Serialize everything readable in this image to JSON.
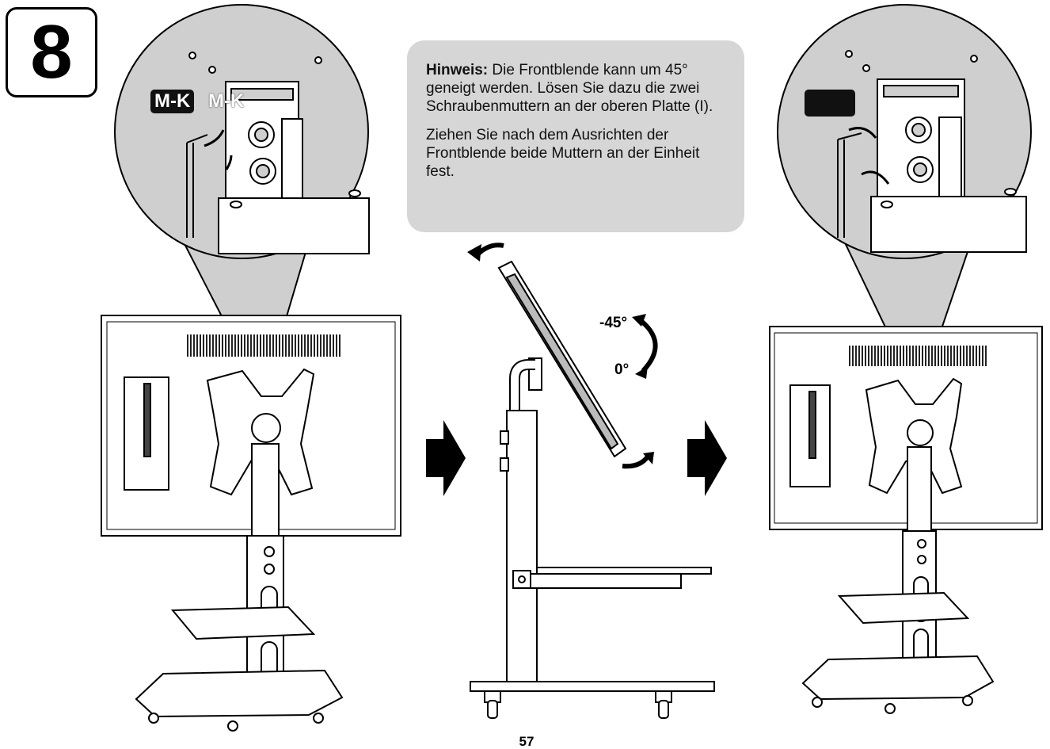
{
  "step_number": "8",
  "note": {
    "heading": "Hinweis:",
    "paragraph1": " Die Frontblende kann um 45° geneigt werden. Lösen Sie dazu die zwei Schraubenmuttern an der oberen Platte (I).",
    "paragraph2": "Ziehen Sie nach dem Ausrichten der Frontblende beide Muttern an der Einheit fest."
  },
  "labels": {
    "tool_tag_filled": "M-K",
    "tool_tag_outline": "M-K",
    "angle_top": "-45°",
    "angle_bottom": "0°"
  },
  "page_number": "57",
  "icons": [
    "step-badge",
    "loosen-arrow-icon",
    "tighten-arrow-icon",
    "process-arrow-icon",
    "tilt-arrow-icon",
    "hex-key-icon"
  ],
  "colors": {
    "note_background": "#d6d6d6",
    "magnifier_background": "#cfcfcf",
    "ink": "#000000"
  }
}
